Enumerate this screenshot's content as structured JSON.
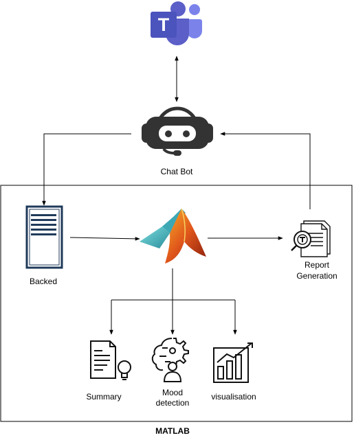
{
  "nodes": {
    "teams": {
      "icon": "microsoft-teams-icon",
      "brand_color": "#5b5fc7",
      "letter": "T"
    },
    "chatbot": {
      "icon": "chatbot-headset-icon",
      "label": "Chat Bot"
    },
    "backend": {
      "icon": "server-document-icon",
      "label": "Backed"
    },
    "matlab": {
      "icon": "matlab-logo-icon"
    },
    "report": {
      "icon": "report-document-icon",
      "label_line1": "Report",
      "label_line2": "Generation"
    },
    "summary": {
      "icon": "summary-lightbulb-icon",
      "label": "Summary"
    },
    "mood": {
      "icon": "mood-gear-brain-icon",
      "label_line1": "Mood",
      "label_line2": "detection"
    },
    "visualisation": {
      "icon": "bar-chart-growth-icon",
      "label": "visualisation"
    }
  },
  "container": {
    "label": "MATLAB"
  },
  "colors": {
    "line": "#000000",
    "icon_dark": "#333333",
    "server_blue": "#1f3a5a"
  }
}
